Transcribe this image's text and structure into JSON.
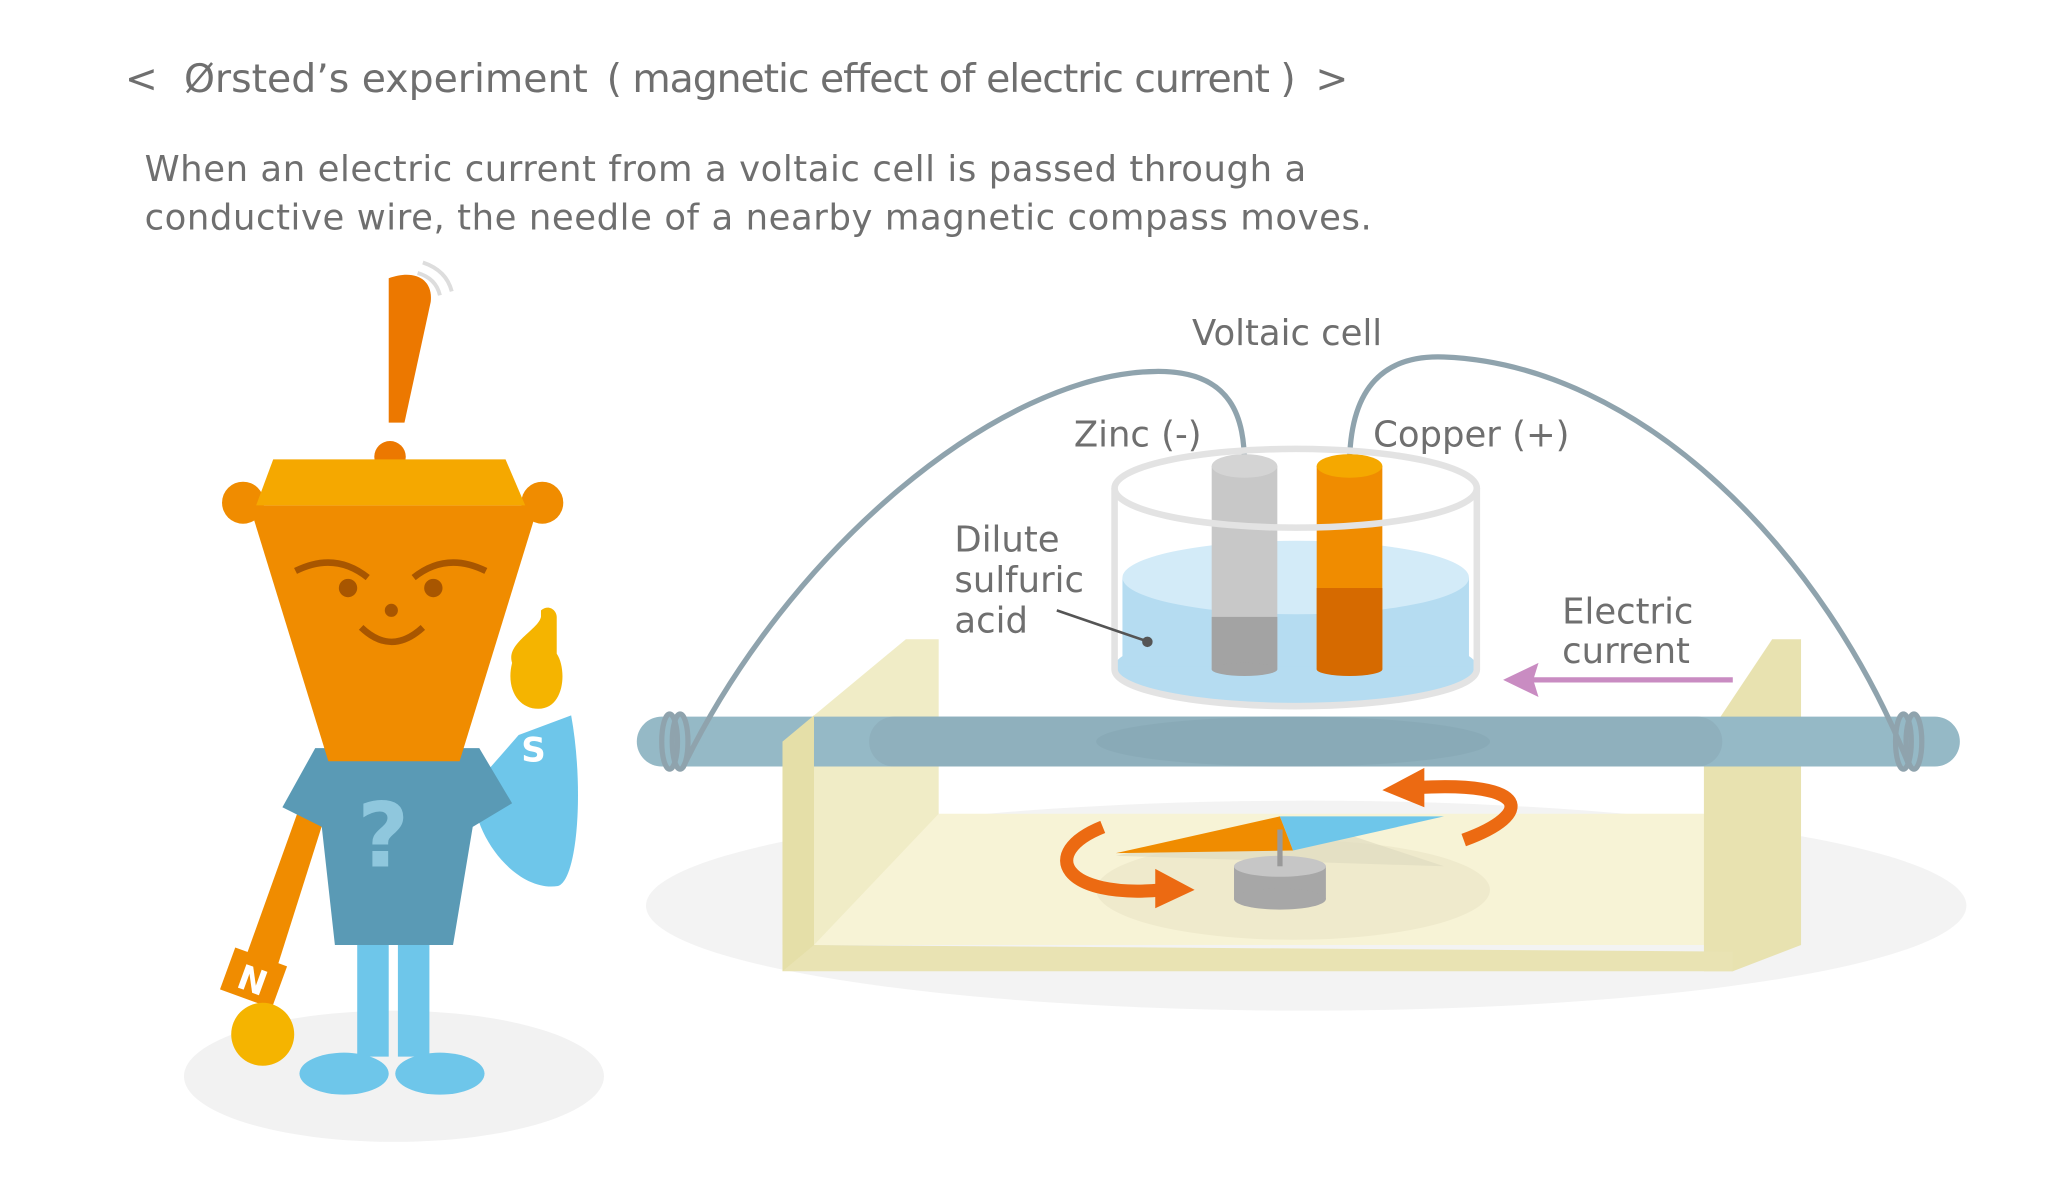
{
  "title": {
    "open": "<",
    "main": "Ørsted’s experiment",
    "sub": "( magnetic effect of electric current )",
    "close": ">"
  },
  "description": {
    "line1": "When an electric current from a voltaic cell is passed through a",
    "line2": "conductive wire, the needle of a nearby magnetic compass moves."
  },
  "labels": {
    "voltaic_cell": "Voltaic cell",
    "zinc": "Zinc (-)",
    "copper": "Copper (+)",
    "acid_1": "Dilute",
    "acid_2": "sulfuric",
    "acid_3": "acid",
    "current_1": "Electric",
    "current_2": "current"
  },
  "character": {
    "shirt_symbol": "?",
    "right_hand_badge": "S",
    "left_hand_badge": "N"
  },
  "colors": {
    "orange": "#f08c00",
    "wire": "#8fa3ad",
    "rod": "#95b9c6",
    "stand": "#ece6b6",
    "acid": "#b5dcf1",
    "arrow_current": "#c98cc2",
    "shirt": "#5a9ab5",
    "limb_blue": "#6ec6ea"
  }
}
